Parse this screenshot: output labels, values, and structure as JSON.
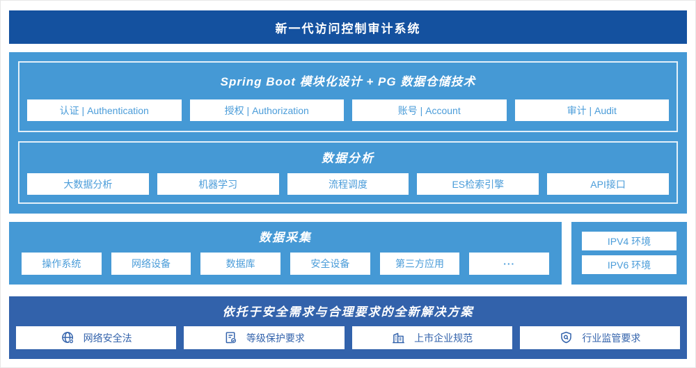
{
  "page": {
    "title": "新一代访问控制审计系统"
  },
  "platform": {
    "spring_boot": {
      "title": "Spring Boot 模块化设计 + PG 数据仓储技术",
      "modules": [
        "认证 | Authentication",
        "授权 | Authorization",
        "账号 | Account",
        "审计 | Audit"
      ]
    },
    "data_analysis": {
      "title": "数据分析",
      "modules": [
        "大数据分析",
        "机器学习",
        "流程调度",
        "ES检索引擎",
        "API接口"
      ]
    }
  },
  "data_collection": {
    "title": "数据采集",
    "sources": [
      "操作系统",
      "网络设备",
      "数据库",
      "安全设备",
      "第三方应用",
      "···"
    ]
  },
  "environments": {
    "items": [
      "IPV4 环境",
      "IPV6 环境"
    ]
  },
  "solution": {
    "title": "依托于安全需求与合理要求的全新解决方案",
    "items": [
      {
        "icon": "globe-icon",
        "label": "网络安全法"
      },
      {
        "icon": "doc-check-icon",
        "label": "等级保护要求"
      },
      {
        "icon": "building-icon",
        "label": "上市企业规范"
      },
      {
        "icon": "shield-search-icon",
        "label": "行业监管要求"
      }
    ]
  },
  "colors": {
    "banner_blue": "#14519f",
    "section_blue": "#4599d5",
    "solution_blue": "#3262ab",
    "box_text_blue": "#4a9cd9",
    "white": "#ffffff"
  }
}
